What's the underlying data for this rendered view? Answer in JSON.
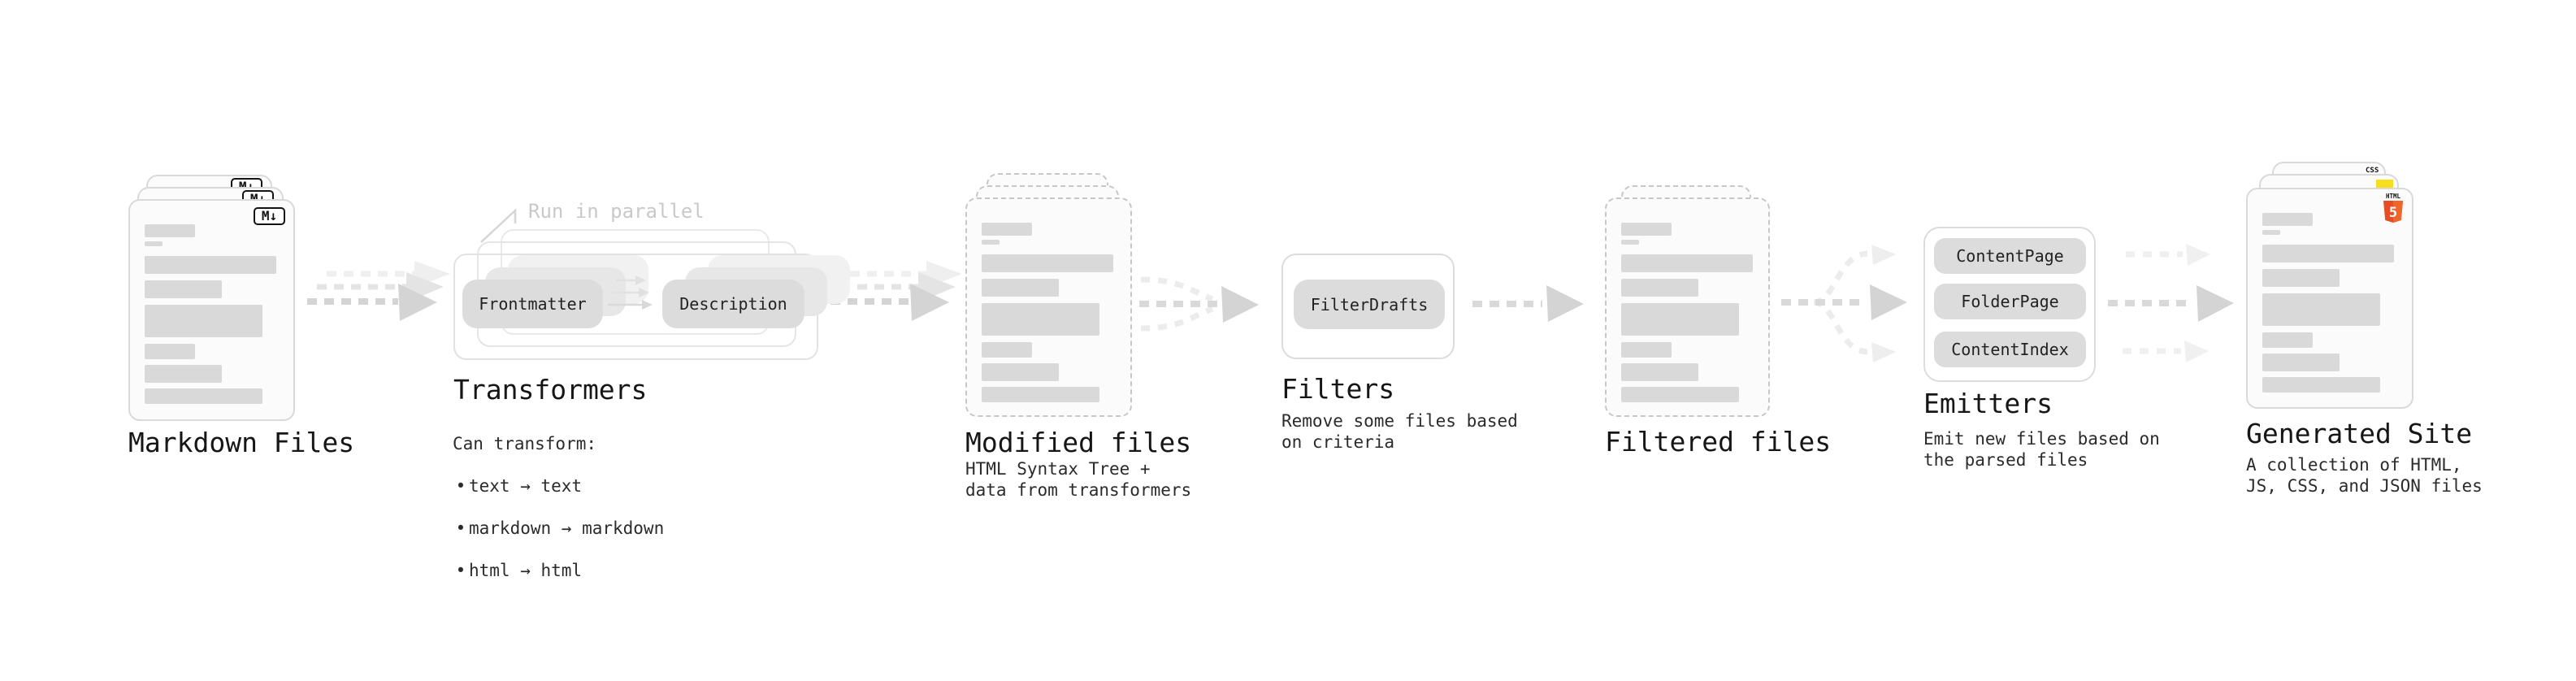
{
  "ui": {
    "bullet": "•"
  },
  "pipeline": {
    "markdown_files": {
      "title": "Markdown Files",
      "icon_label": "M↓"
    },
    "transformers": {
      "annotation": "Run in parallel",
      "pills": [
        "Frontmatter",
        "Description"
      ],
      "title": "Transformers",
      "caption_heading": "Can transform:",
      "caption_items": [
        "text → text",
        "markdown → markdown",
        "html → html"
      ]
    },
    "modified_files": {
      "title": "Modified files",
      "caption": "HTML Syntax Tree +\ndata from transformers"
    },
    "filters": {
      "title": "Filters",
      "pill": "FilterDrafts",
      "caption": "Remove some files based\non criteria"
    },
    "filtered_files": {
      "title": "Filtered files"
    },
    "emitters": {
      "title": "Emitters",
      "pills": [
        "ContentPage",
        "FolderPage",
        "ContentIndex"
      ],
      "caption": "Emit new files based on\nthe parsed files"
    },
    "generated_site": {
      "title": "Generated Site",
      "caption": "A collection of HTML,\nJS, CSS, and JSON files",
      "badges": {
        "css": "CSS",
        "html": "HTML",
        "html_five": "5"
      }
    }
  },
  "colors": {
    "html5_orange": "#e44d26",
    "js_yellow": "#f7df1e",
    "css_blue": "#2965f1"
  }
}
